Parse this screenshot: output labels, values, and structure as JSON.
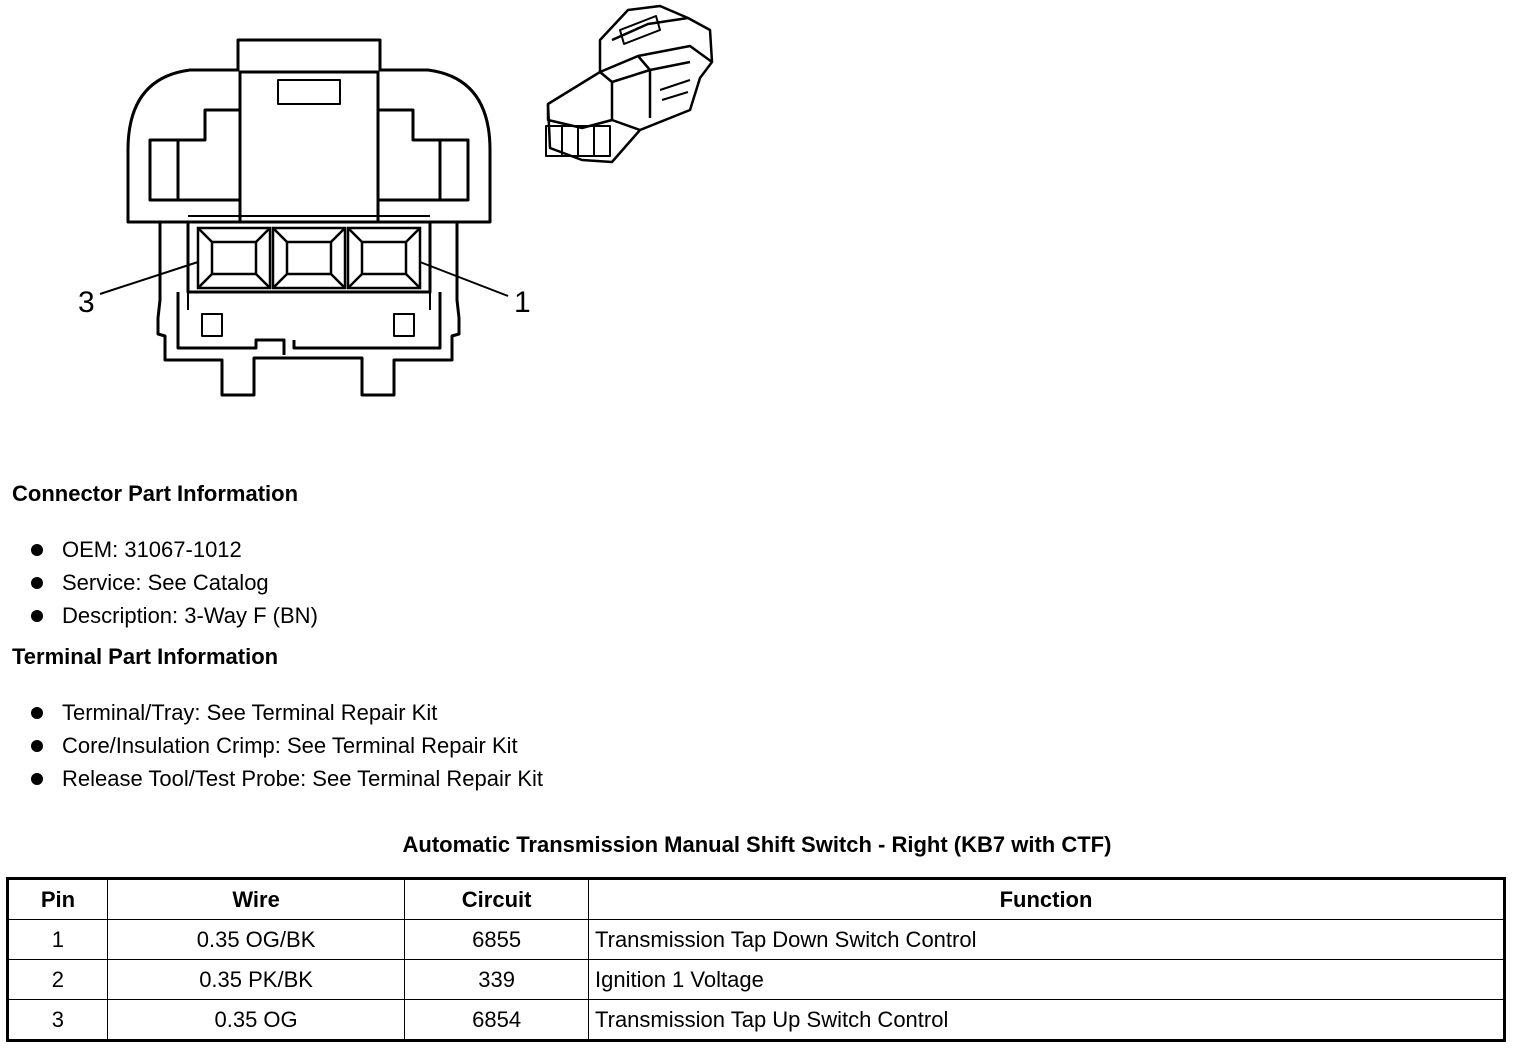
{
  "diagram": {
    "pin_labels": [
      "3",
      "1"
    ]
  },
  "connector_info": {
    "title": "Connector Part Information",
    "items": [
      "OEM: 31067-1012",
      "Service: See Catalog",
      "Description: 3-Way F (BN)"
    ]
  },
  "terminal_info": {
    "title": "Terminal Part Information",
    "items": [
      "Terminal/Tray: See Terminal Repair Kit",
      "Core/Insulation Crimp: See Terminal Repair Kit",
      "Release Tool/Test Probe: See Terminal Repair Kit"
    ]
  },
  "table": {
    "title": "Automatic Transmission Manual Shift Switch - Right (KB7 with CTF)",
    "headers": [
      "Pin",
      "Wire",
      "Circuit",
      "Function"
    ],
    "rows": [
      [
        "1",
        "0.35 OG/BK",
        "6855",
        "Transmission Tap Down Switch Control"
      ],
      [
        "2",
        "0.35 PK/BK",
        "339",
        "Ignition 1 Voltage"
      ],
      [
        "3",
        "0.35 OG",
        "6854",
        "Transmission Tap Up Switch Control"
      ]
    ]
  }
}
